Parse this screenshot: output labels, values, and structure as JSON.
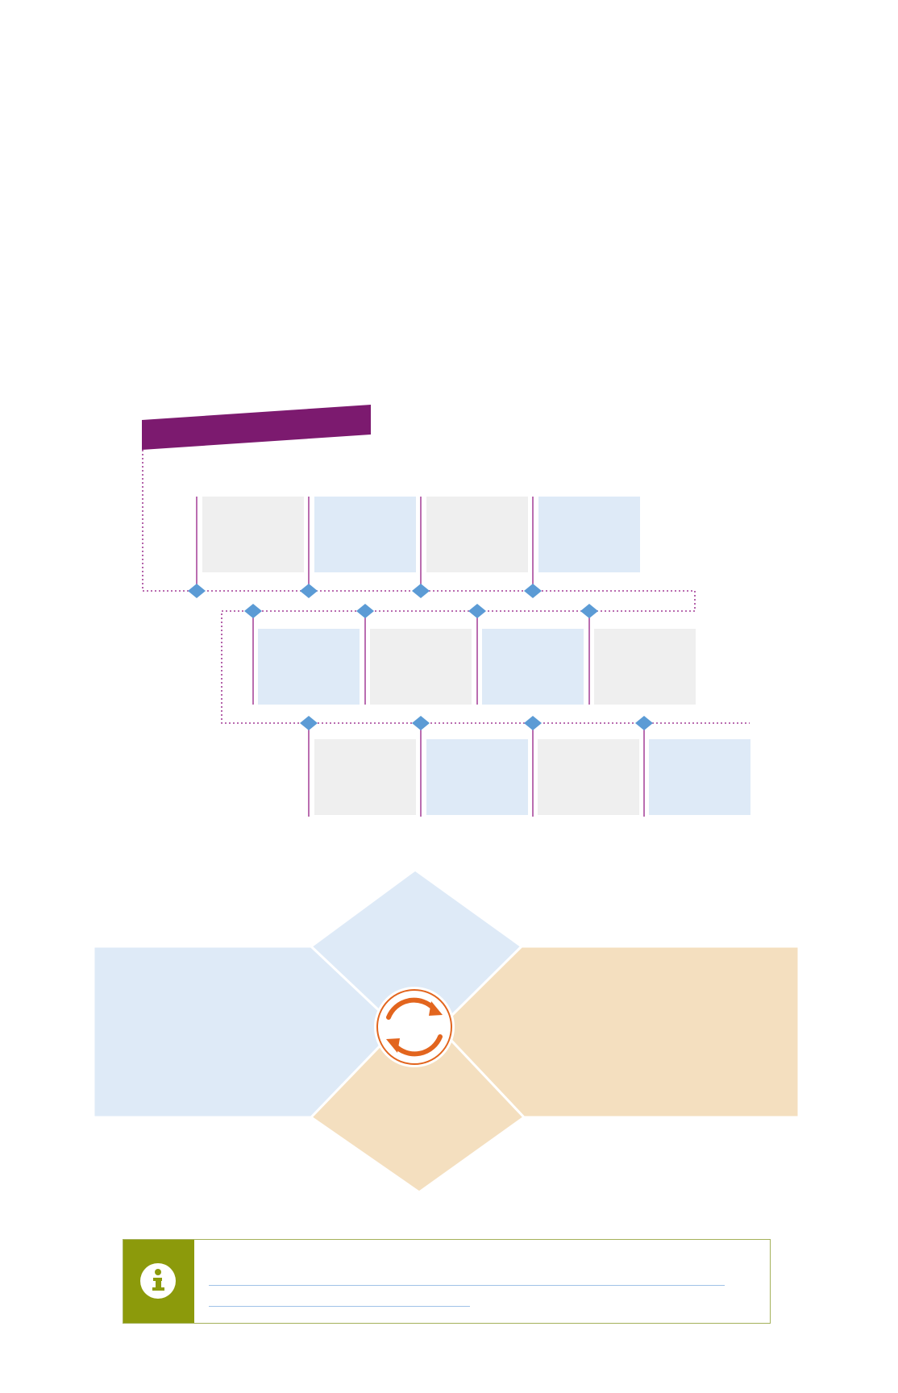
{
  "colors": {
    "purple": "#7c1a6f",
    "connector": "#a23c95",
    "node": "#5b9bd5",
    "box_gray": "#efefef",
    "box_blue": "#deeaf7",
    "tan": "#f4dfbf",
    "orange": "#e2651e",
    "info_green": "#8c9a0b",
    "info_border": "#a4b15a",
    "link_line": "#9fc2e7"
  },
  "icons": {
    "cycle": "cycle-arrows-icon",
    "info": "info-icon"
  },
  "header_banner": {
    "title": ""
  },
  "timeline": {
    "rows": [
      {
        "boxes": [
          "",
          "",
          "",
          ""
        ],
        "fills": [
          "gray",
          "blue",
          "gray",
          "blue"
        ]
      },
      {
        "boxes": [
          "",
          "",
          "",
          ""
        ],
        "fills": [
          "blue",
          "gray",
          "blue",
          "gray"
        ]
      },
      {
        "boxes": [
          "",
          "",
          "",
          ""
        ],
        "fills": [
          "gray",
          "blue",
          "gray",
          "blue"
        ]
      }
    ]
  },
  "quadrant_diagram": {
    "top": "",
    "left": "",
    "right": "",
    "bottom": ""
  },
  "info_box": {
    "text": "",
    "link_line_1": "",
    "link_line_2": ""
  }
}
